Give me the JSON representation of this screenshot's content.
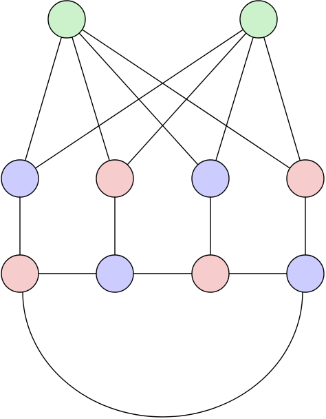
{
  "colors": {
    "green": "#ccf2cc",
    "blue": "#ccccff",
    "red": "#f7cccc",
    "stroke": "#000000"
  },
  "nodes": [
    {
      "id": "g1",
      "color": "green"
    },
    {
      "id": "g2",
      "color": "green"
    },
    {
      "id": "m1",
      "color": "blue"
    },
    {
      "id": "m2",
      "color": "red"
    },
    {
      "id": "m3",
      "color": "blue"
    },
    {
      "id": "m4",
      "color": "red"
    },
    {
      "id": "b1",
      "color": "red"
    },
    {
      "id": "b2",
      "color": "blue"
    },
    {
      "id": "b3",
      "color": "red"
    },
    {
      "id": "b4",
      "color": "blue"
    }
  ],
  "edges": [
    {
      "from": "g1",
      "to": "m1"
    },
    {
      "from": "g1",
      "to": "m2"
    },
    {
      "from": "g1",
      "to": "m3"
    },
    {
      "from": "g1",
      "to": "m4"
    },
    {
      "from": "g2",
      "to": "m1"
    },
    {
      "from": "g2",
      "to": "m2"
    },
    {
      "from": "g2",
      "to": "m3"
    },
    {
      "from": "g2",
      "to": "m4"
    },
    {
      "from": "m1",
      "to": "b1"
    },
    {
      "from": "m2",
      "to": "b2"
    },
    {
      "from": "m3",
      "to": "b3"
    },
    {
      "from": "m4",
      "to": "b4"
    },
    {
      "from": "b1",
      "to": "b2"
    },
    {
      "from": "b2",
      "to": "b3"
    },
    {
      "from": "b3",
      "to": "b4"
    },
    {
      "from": "b1",
      "to": "b4",
      "curved": true
    }
  ]
}
